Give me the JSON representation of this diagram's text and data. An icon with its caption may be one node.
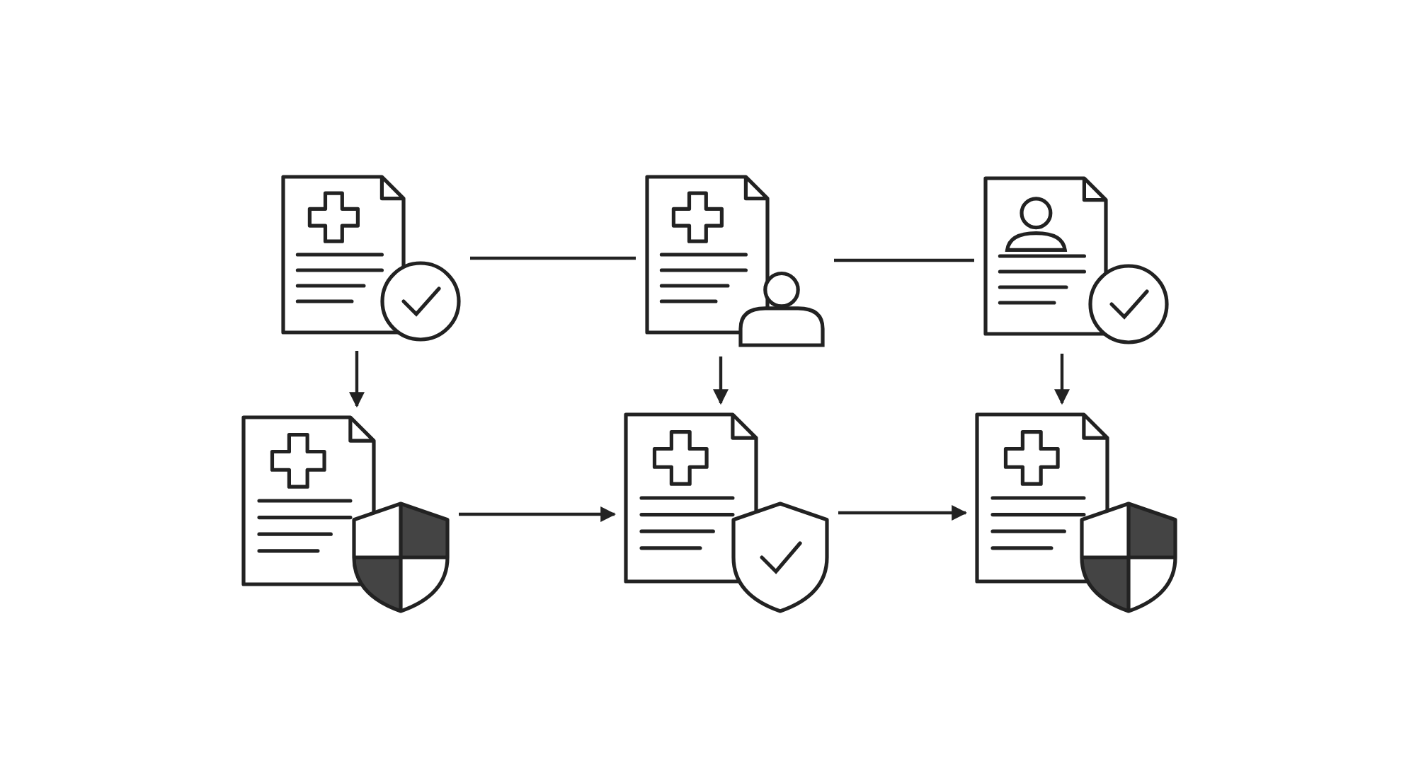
{
  "diagram": {
    "nodes": [
      {
        "text": [],
        "shape": "picture"
      },
      {
        "text": [],
        "shape": "picture"
      },
      {
        "text": [],
        "shape": "picture"
      },
      {
        "text": [],
        "shape": "picture"
      },
      {
        "text": [],
        "shape": "picture"
      },
      {
        "text": [],
        "shape": "picture"
      }
    ],
    "edges": [
      {
        "from": 0,
        "to": 1,
        "arrow": "none"
      },
      {
        "from": 1,
        "to": 2,
        "arrow": "none"
      },
      {
        "from": 0,
        "to": 3,
        "arrow": "to"
      },
      {
        "from": 1,
        "to": 4,
        "arrow": "to"
      },
      {
        "from": 2,
        "to": 5,
        "arrow": "to"
      },
      {
        "from": 3,
        "to": 4,
        "arrow": "to"
      },
      {
        "from": 4,
        "to": 5,
        "arrow": "to"
      }
    ]
  }
}
